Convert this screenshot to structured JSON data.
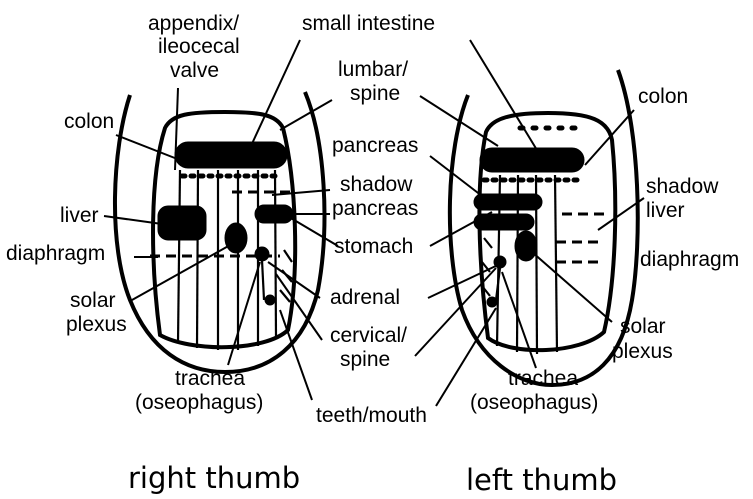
{
  "labels": {
    "appendix": [
      "appendix/",
      "ileocecal",
      "valve"
    ],
    "small_intestine": "small intestine",
    "lumbar_spine": [
      "lumbar/",
      "spine"
    ],
    "colon_right": "colon",
    "colon_left": "colon",
    "pancreas": "pancreas",
    "shadow_pancreas": [
      "shadow",
      "pancreas"
    ],
    "liver_right": "liver",
    "diaphragm_right": "diaphragm",
    "shadow_liver": [
      "shadow",
      "liver"
    ],
    "diaphragm_left": "diaphragm",
    "stomach": "stomach",
    "adrenal": "adrenal",
    "solar_plexus_right": [
      "solar",
      "plexus"
    ],
    "solar_plexus_left": [
      "solar",
      "plexus"
    ],
    "cervical_spine": [
      "cervical/",
      "spine"
    ],
    "trachea_right": [
      "trachea",
      "(oseophagus)"
    ],
    "trachea_left": [
      "trachea",
      "(oseophagus)"
    ],
    "teeth_mouth": "teeth/mouth"
  },
  "captions": {
    "right": "right thumb",
    "left": "left thumb"
  }
}
